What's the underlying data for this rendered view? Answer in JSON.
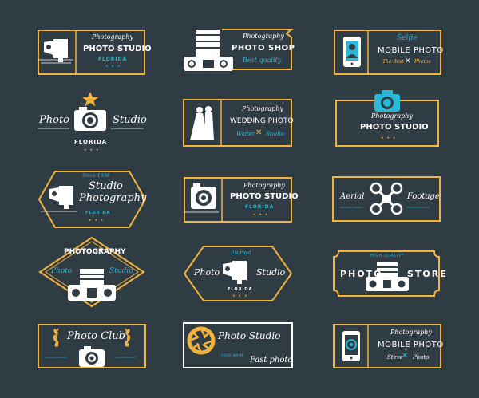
{
  "colors": {
    "background": "#303c44",
    "gold": "#f2b33d",
    "cyan": "#29b9d6",
    "white": "#ffffff"
  },
  "logos": [
    {
      "icon": "vintage-camera-icon",
      "script": "Photography",
      "title": "PHOTO STUDIO",
      "subtitle": "FLORIDA"
    },
    {
      "icon": "camera-lens-icon",
      "script": "Photography",
      "title": "PHOTO SHOP",
      "subtitle": "Best quality"
    },
    {
      "icon": "smartphone-selfie-icon",
      "script": "Selfie",
      "title": "MOBILE PHOTO",
      "left": "The Best",
      "right": "Photos"
    },
    {
      "icon": "camera-star-icon",
      "left": "Photo",
      "right": "Studio",
      "subtitle": "FLORIDA"
    },
    {
      "icon": "wedding-couple-icon",
      "script": "Photography",
      "title": "WEDDING PHOTO",
      "left": "Walter",
      "right": "Studio"
    },
    {
      "icon": "camera-icon",
      "script": "Photography",
      "title": "PHOTO STUDIO"
    },
    {
      "icon": "vintage-camera-icon",
      "top": "Since 1938",
      "line1": "Studio",
      "line2": "Photography",
      "subtitle": "FLORIDA"
    },
    {
      "icon": "instant-camera-icon",
      "script": "Photography",
      "title": "PHOTO STUDIO",
      "subtitle": "FLORIDA"
    },
    {
      "icon": "drone-icon",
      "left": "Aerial",
      "right": "Footage",
      "left_small": "PROFESSIONAL",
      "right_small": "PHOTOGRAPHY"
    },
    {
      "icon": "lens-camera-icon",
      "top": "PHOTOGRAPHY",
      "left": "Photo",
      "right": "Studio"
    },
    {
      "icon": "vintage-camera-icon",
      "top": "Florida",
      "left": "Photo",
      "right": "Studio",
      "subtitle": "FLORIDA"
    },
    {
      "icon": "lens-camera-icon",
      "top": "HIGH QUALITY",
      "left": "PHOTO",
      "right": "STORE"
    },
    {
      "icon": "camera-laurel-icon",
      "title": "Photo Club",
      "left_small": "PROFESSIONAL",
      "right_small": "PHOTOGRAPHY"
    },
    {
      "icon": "aperture-icon",
      "title": "Photo Studio",
      "small": "YOUR NAME",
      "bottom": "Fast photo"
    },
    {
      "icon": "smartphone-aperture-icon",
      "script": "Photography",
      "title": "MOBILE PHOTO",
      "left": "Steve",
      "right": "Photo"
    }
  ]
}
